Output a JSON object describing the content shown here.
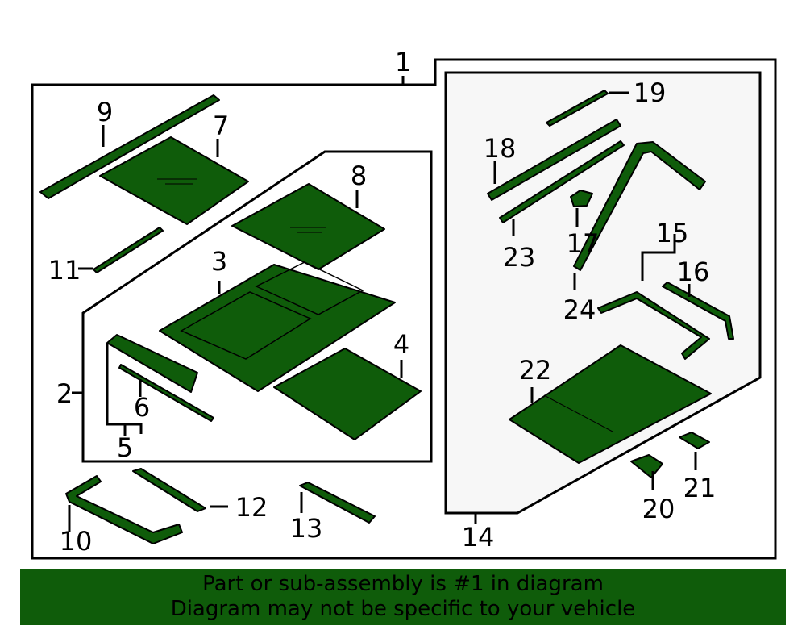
{
  "callouts": [
    "1",
    "2",
    "3",
    "4",
    "5",
    "6",
    "7",
    "8",
    "9",
    "10",
    "11",
    "12",
    "13",
    "14",
    "15",
    "16",
    "17",
    "18",
    "19",
    "20",
    "21",
    "22",
    "23",
    "24"
  ],
  "banner": {
    "line1": "Part or sub-assembly is #1 in diagram",
    "line2": "Diagram may not be specific to your vehicle"
  },
  "colors": {
    "part_fill": "#0f5c0a",
    "banner_bg": "#0f5c0a",
    "frame_bg": "#f7f7f7"
  }
}
